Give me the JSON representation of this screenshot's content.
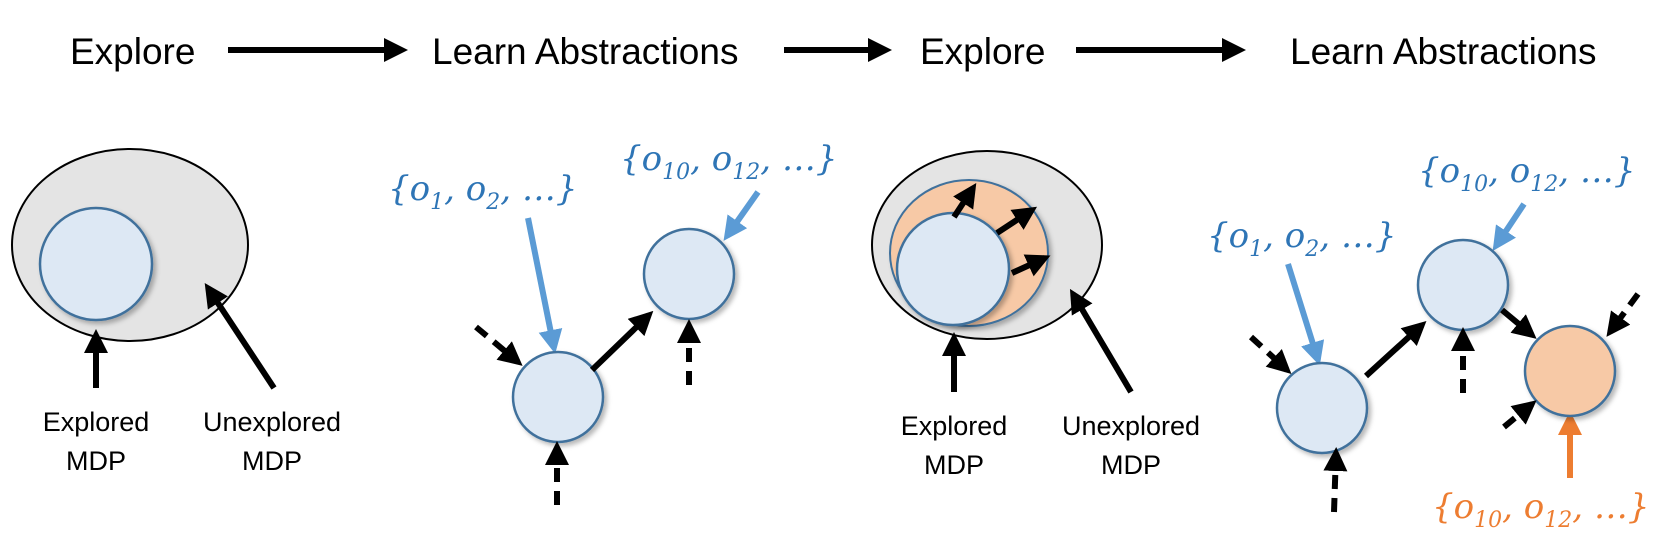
{
  "header_flow": {
    "step1": "Explore",
    "step2": "Learn Abstractions",
    "step3": "Explore",
    "step4": "Learn Abstractions"
  },
  "panel1": {
    "explored_line1": "Explored",
    "explored_line2": "MDP",
    "unexplored_line1": "Unexplored",
    "unexplored_line2": "MDP"
  },
  "panel2": {
    "options_a": {
      "open": "{",
      "o1": "o",
      "s1": "1",
      "sep1": ", ",
      "o2": "o",
      "s2": "2",
      "tail": ", …}"
    },
    "options_b": {
      "open": "{",
      "o1": "o",
      "s1": "10",
      "sep1": ", ",
      "o2": "o",
      "s2": "12",
      "tail": ", …}"
    }
  },
  "panel3": {
    "explored_line1": "Explored",
    "explored_line2": "MDP",
    "unexplored_line1": "Unexplored",
    "unexplored_line2": "MDP"
  },
  "panel4": {
    "options_a": {
      "open": "{",
      "o1": "o",
      "s1": "1",
      "sep1": ", ",
      "o2": "o",
      "s2": "2",
      "tail": ", …}"
    },
    "options_b": {
      "open": "{",
      "o1": "o",
      "s1": "10",
      "sep1": ", ",
      "o2": "o",
      "s2": "12",
      "tail": ", …}"
    },
    "options_c": {
      "open": "{",
      "o1": "o",
      "s1": "10",
      "sep1": ", ",
      "o2": "o",
      "s2": "12",
      "tail": ", …}"
    }
  },
  "colors": {
    "node_fill": "#dde8f4",
    "node_stroke": "#41719c",
    "outer_fill": "#e4e4e4",
    "new_node_fill": "#f7c9a6",
    "option_blue": "#2e75b6",
    "arrow_blue": "#5b9bd5",
    "option_orange": "#ed7d31"
  }
}
